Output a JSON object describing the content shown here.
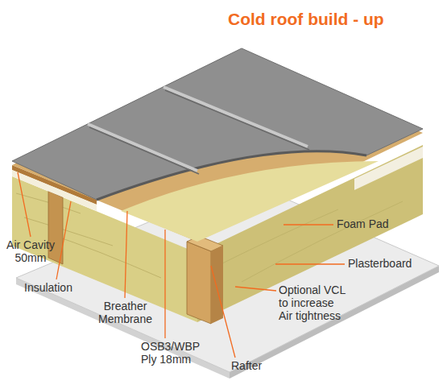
{
  "diagram": {
    "title": "Cold roof build - up",
    "labels": [
      "Foam Pad",
      "Plasterboard",
      "Optional VCL to increase Air tightness",
      "Air Cavity 50mm",
      "Insulation",
      "Breather Membrane",
      "OSB3/WBP Ply 18mm",
      "Rafter"
    ]
  }
}
